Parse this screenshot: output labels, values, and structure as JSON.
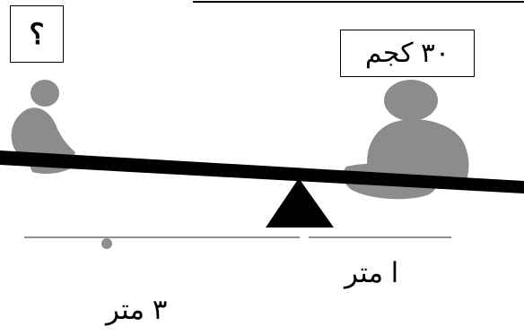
{
  "labels": {
    "unknown_weight": "؟",
    "known_weight": "٣٠ كجم",
    "near_distance": "ا متر",
    "far_distance": "٣ متر"
  },
  "colors": {
    "person": "#8c8c8c",
    "beam": "#000000",
    "fulcrum": "#000000",
    "measure_line": "#8f8f8f"
  }
}
